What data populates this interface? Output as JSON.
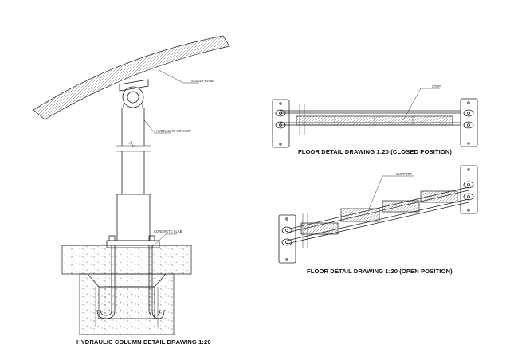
{
  "labels": {
    "steel_frame": "STEEL FRAME",
    "hydraulic_column": "HYDRAULIC COLUMN",
    "concrete_slab": "CONCRETE SLAB",
    "step": "STEP",
    "support": "SUPPORT"
  },
  "titles": {
    "closed": "FLOOR DETAIL DRAWING 1:20 (CLOSED POSITION)",
    "open": "FLOOR DETAIL DRAWING 1:20 (OPEN POSITION)",
    "column": "HYDRAULIC COLUMN DETAIL DRAWING 1:20"
  }
}
